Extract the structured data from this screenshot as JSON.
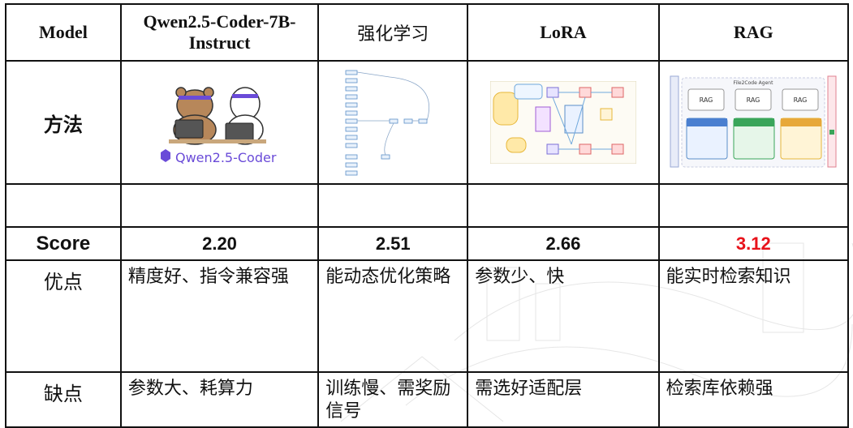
{
  "header": {
    "model_label": "Model",
    "col1": "Qwen2.5-Coder-7B-Instruct",
    "col2": "强化学习",
    "col3": "LoRA",
    "col4": "RAG"
  },
  "rows": {
    "method_label": "方法",
    "score_label": "Score",
    "pros_label": "优点",
    "cons_label": "缺点"
  },
  "images": {
    "qwen_logo_text": "Qwen2.5-Coder",
    "rag_title": "File2Code Agent",
    "rag_box": "RAG"
  },
  "scores": [
    "2.20",
    "2.51",
    "2.66",
    "3.12"
  ],
  "pros": [
    "精度好、指令兼容强",
    "能动态优化策略",
    "参数少、快",
    "能实时检索知识"
  ],
  "cons": [
    "参数大、耗算力",
    "训练慢、需奖励信号",
    "需选好适配层",
    "检索库依赖强"
  ],
  "colors": {
    "best_score": "#e8121a",
    "border": "#111111",
    "qwen_purple": "#6a4bd8"
  }
}
